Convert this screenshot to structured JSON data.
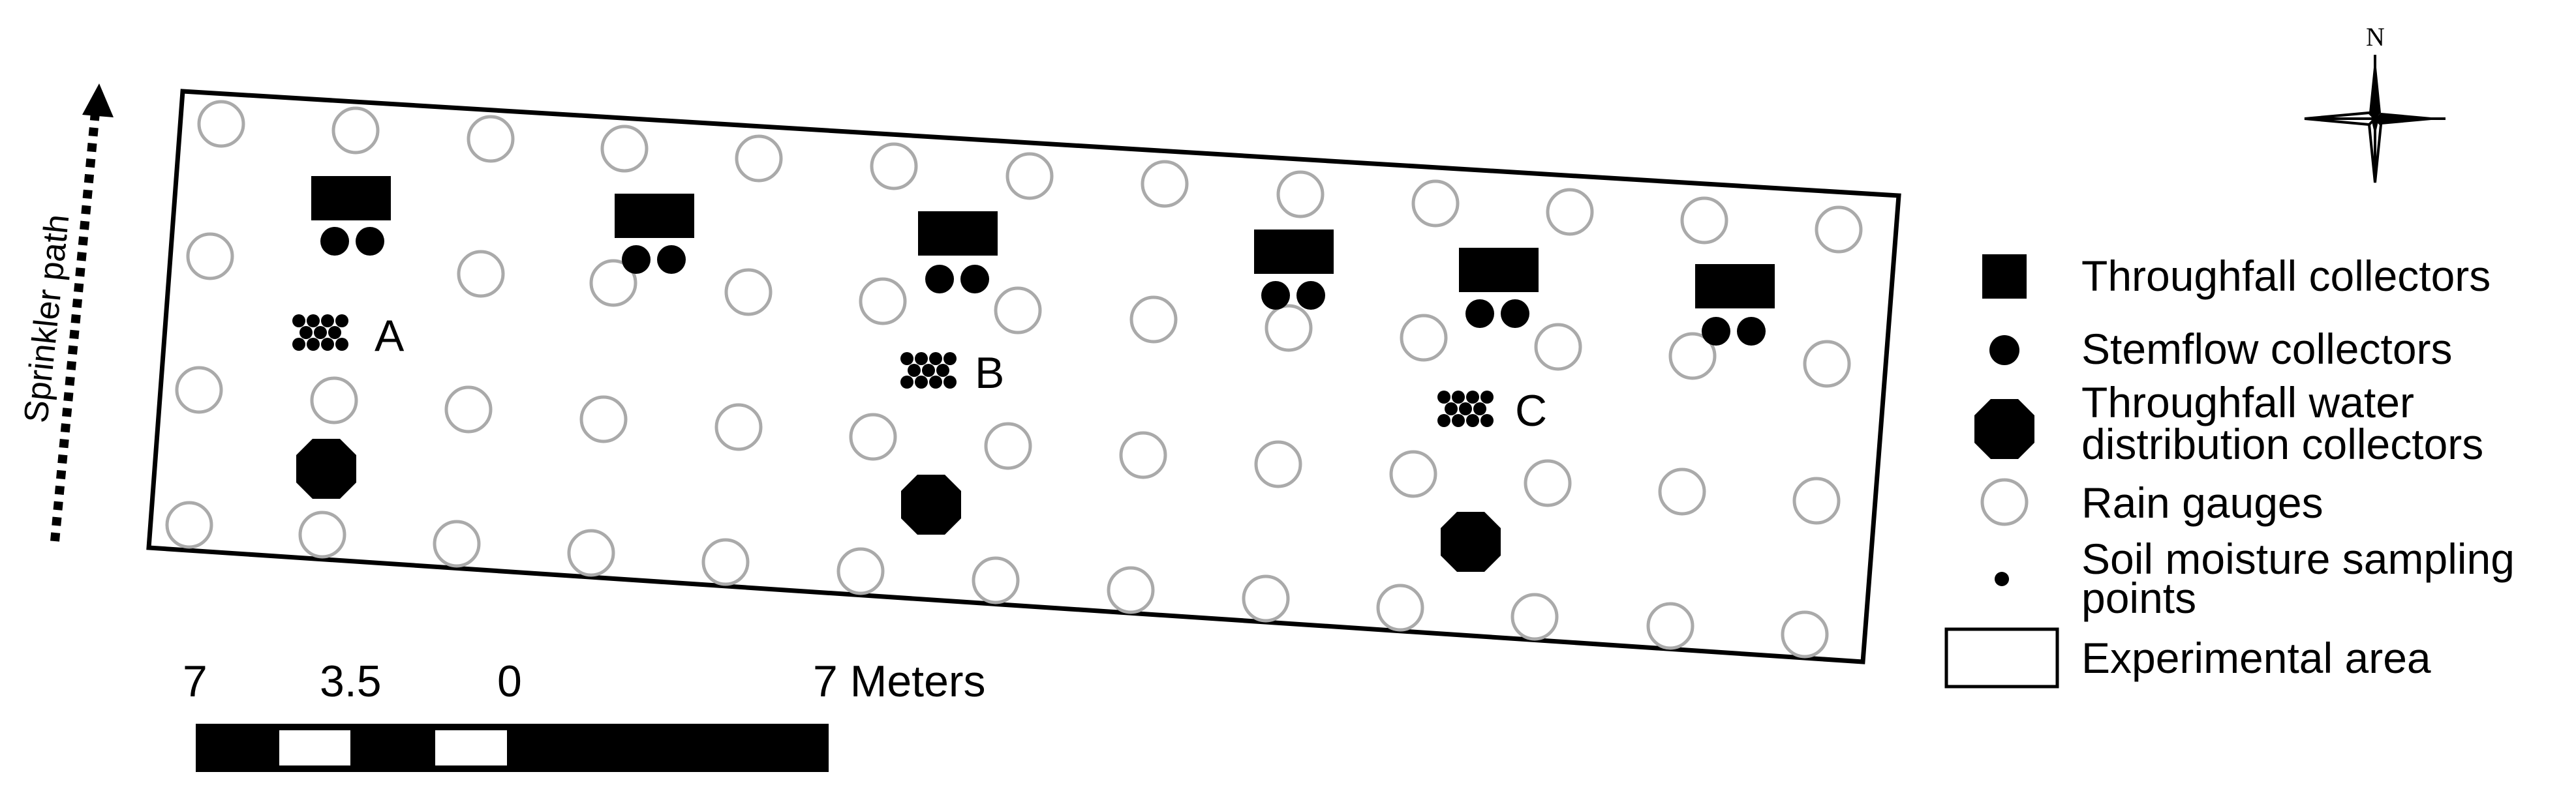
{
  "colors": {
    "ink": "#000000",
    "paper": "#ffffff",
    "gauge_stroke": "#aaaaaa"
  },
  "compass": {
    "north_label": "N",
    "icon": "compass-rose-icon"
  },
  "sprinkler_path": {
    "label": "Sprinkler path",
    "icon": "dotted-arrow-up-icon"
  },
  "site_labels": {
    "a": "A",
    "b": "B",
    "c": "C"
  },
  "scale_bar": {
    "labels": [
      "7",
      "3.5",
      "0",
      "7 Meters"
    ]
  },
  "legend": {
    "throughfall_collectors": "Throughfall collectors",
    "stemflow_collectors": "Stemflow collectors",
    "distribution_collectors_line1": "Throughfall water",
    "distribution_collectors_line2": "distribution collectors",
    "rain_gauges": "Rain gauges",
    "soil_moisture_line1": "Soil moisture sampling",
    "soil_moisture_line2": "points",
    "experimental_area": "Experimental area"
  }
}
